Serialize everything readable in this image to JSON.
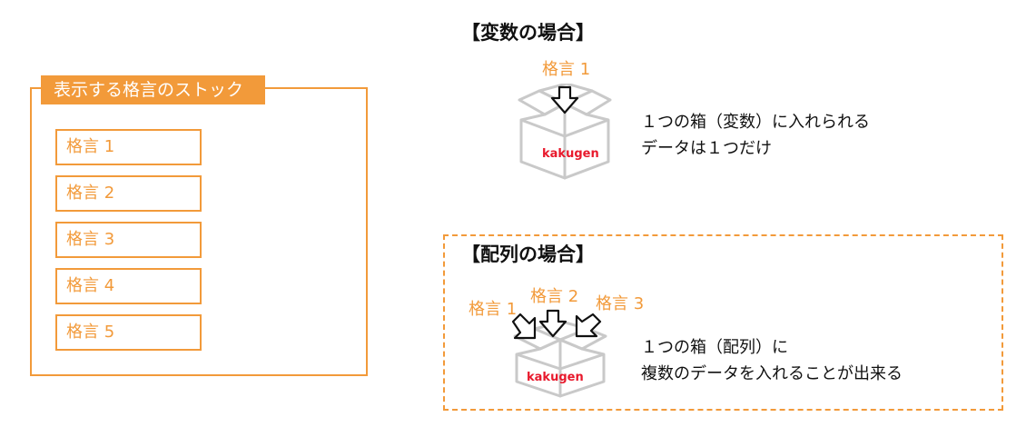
{
  "stack": {
    "title": "表示する格言のストック",
    "items": [
      "格言 1",
      "格言 2",
      "格言 3",
      "格言 4",
      "格言 5"
    ]
  },
  "variable": {
    "heading": "【変数の場合】",
    "input_label": "格言 1",
    "box_label": "kakugen",
    "desc_line1": "１つの箱（変数）に入れられる",
    "desc_line2": "データは１つだけ"
  },
  "array": {
    "heading": "【配列の場合】",
    "input_labels": [
      "格言 1",
      "格言 2",
      "格言 3"
    ],
    "box_label": "kakugen",
    "desc_line1": "１つの箱（配列）に",
    "desc_line2": "複数のデータを入れることが出来る"
  },
  "colors": {
    "accent": "#f29a3a",
    "box": "#c9c9c9",
    "box_label": "#e8192c"
  }
}
